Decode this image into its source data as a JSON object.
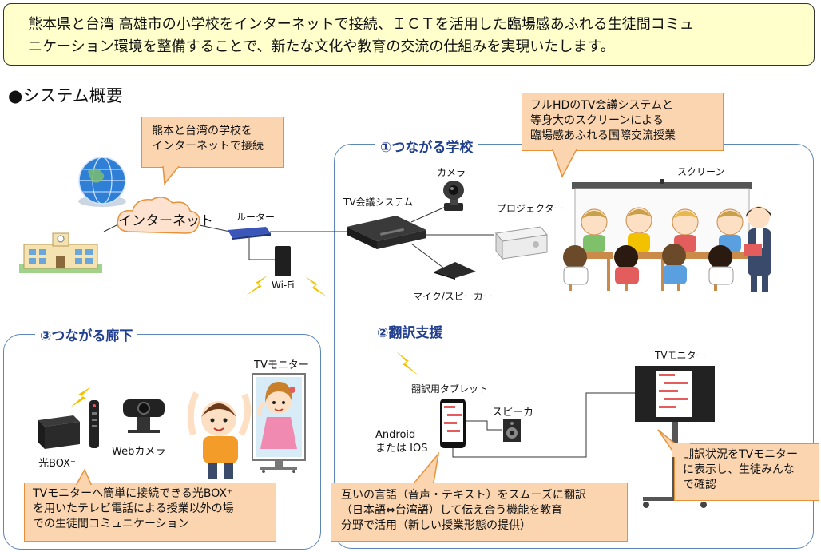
{
  "banner": {
    "line1": "熊本県と台湾 高雄市の小学校をインターネットで接続、ＩＣＴを活用した臨場感あふれる生徒間コミュ",
    "line2": "ニケーション環境を整備することで、新たな文化や教育の交流の仕組みを実現いたします。"
  },
  "heading": {
    "bullet": "●",
    "text": "システム概要"
  },
  "callouts": {
    "internet": [
      "熊本と台湾の学校を",
      "インターネットで接続"
    ],
    "tv_conf": [
      "フルHDのTV会議システムと",
      "等身大のスクリーンによる",
      "臨場感あふれる国際交流授業"
    ],
    "hikari": [
      "TVモニターへ簡単に接続できる光BOX⁺",
      "を用いたテレビ電話による授業以外の場",
      "での生徒間コミュニケーション"
    ],
    "translate": [
      "互いの言語（音声・テキスト）をスムーズに翻訳",
      "（日本語⇔台湾語）して伝え合う機能を教育",
      "分野で活用（新しい授業形態の提供）"
    ],
    "monitor_display": [
      "翻訳状況をTVモニター",
      "に表示し、生徒みんな",
      "で確認"
    ]
  },
  "sections": {
    "school": "①つながる学校",
    "translation": "②翻訳支援",
    "corridor": "③つながる廊下"
  },
  "labels": {
    "internet": "インターネット",
    "router": "ルーター",
    "wifi": "Wi-Fi",
    "tv_conf_system": "TV会議システム",
    "camera": "カメラ",
    "projector": "プロジェクター",
    "screen": "スクリーン",
    "mic_speaker": "マイク/スピーカー",
    "tv_monitor_right": "TVモニター",
    "tablet": "翻訳用タブレット",
    "speaker": "スピーカ",
    "android_ios": [
      "Android",
      "または IOS"
    ],
    "tv_monitor_left": "TVモニター",
    "hikari_box": "光BOX⁺",
    "web_camera": "Webカメラ"
  },
  "colors": {
    "banner_bg": "#ffffcc",
    "callout_bg": "#fbd5b0",
    "callout_border": "#e8913a",
    "panel_border": "#5b86b5",
    "section_title": "#22408f",
    "lightning": "#f2c200"
  }
}
